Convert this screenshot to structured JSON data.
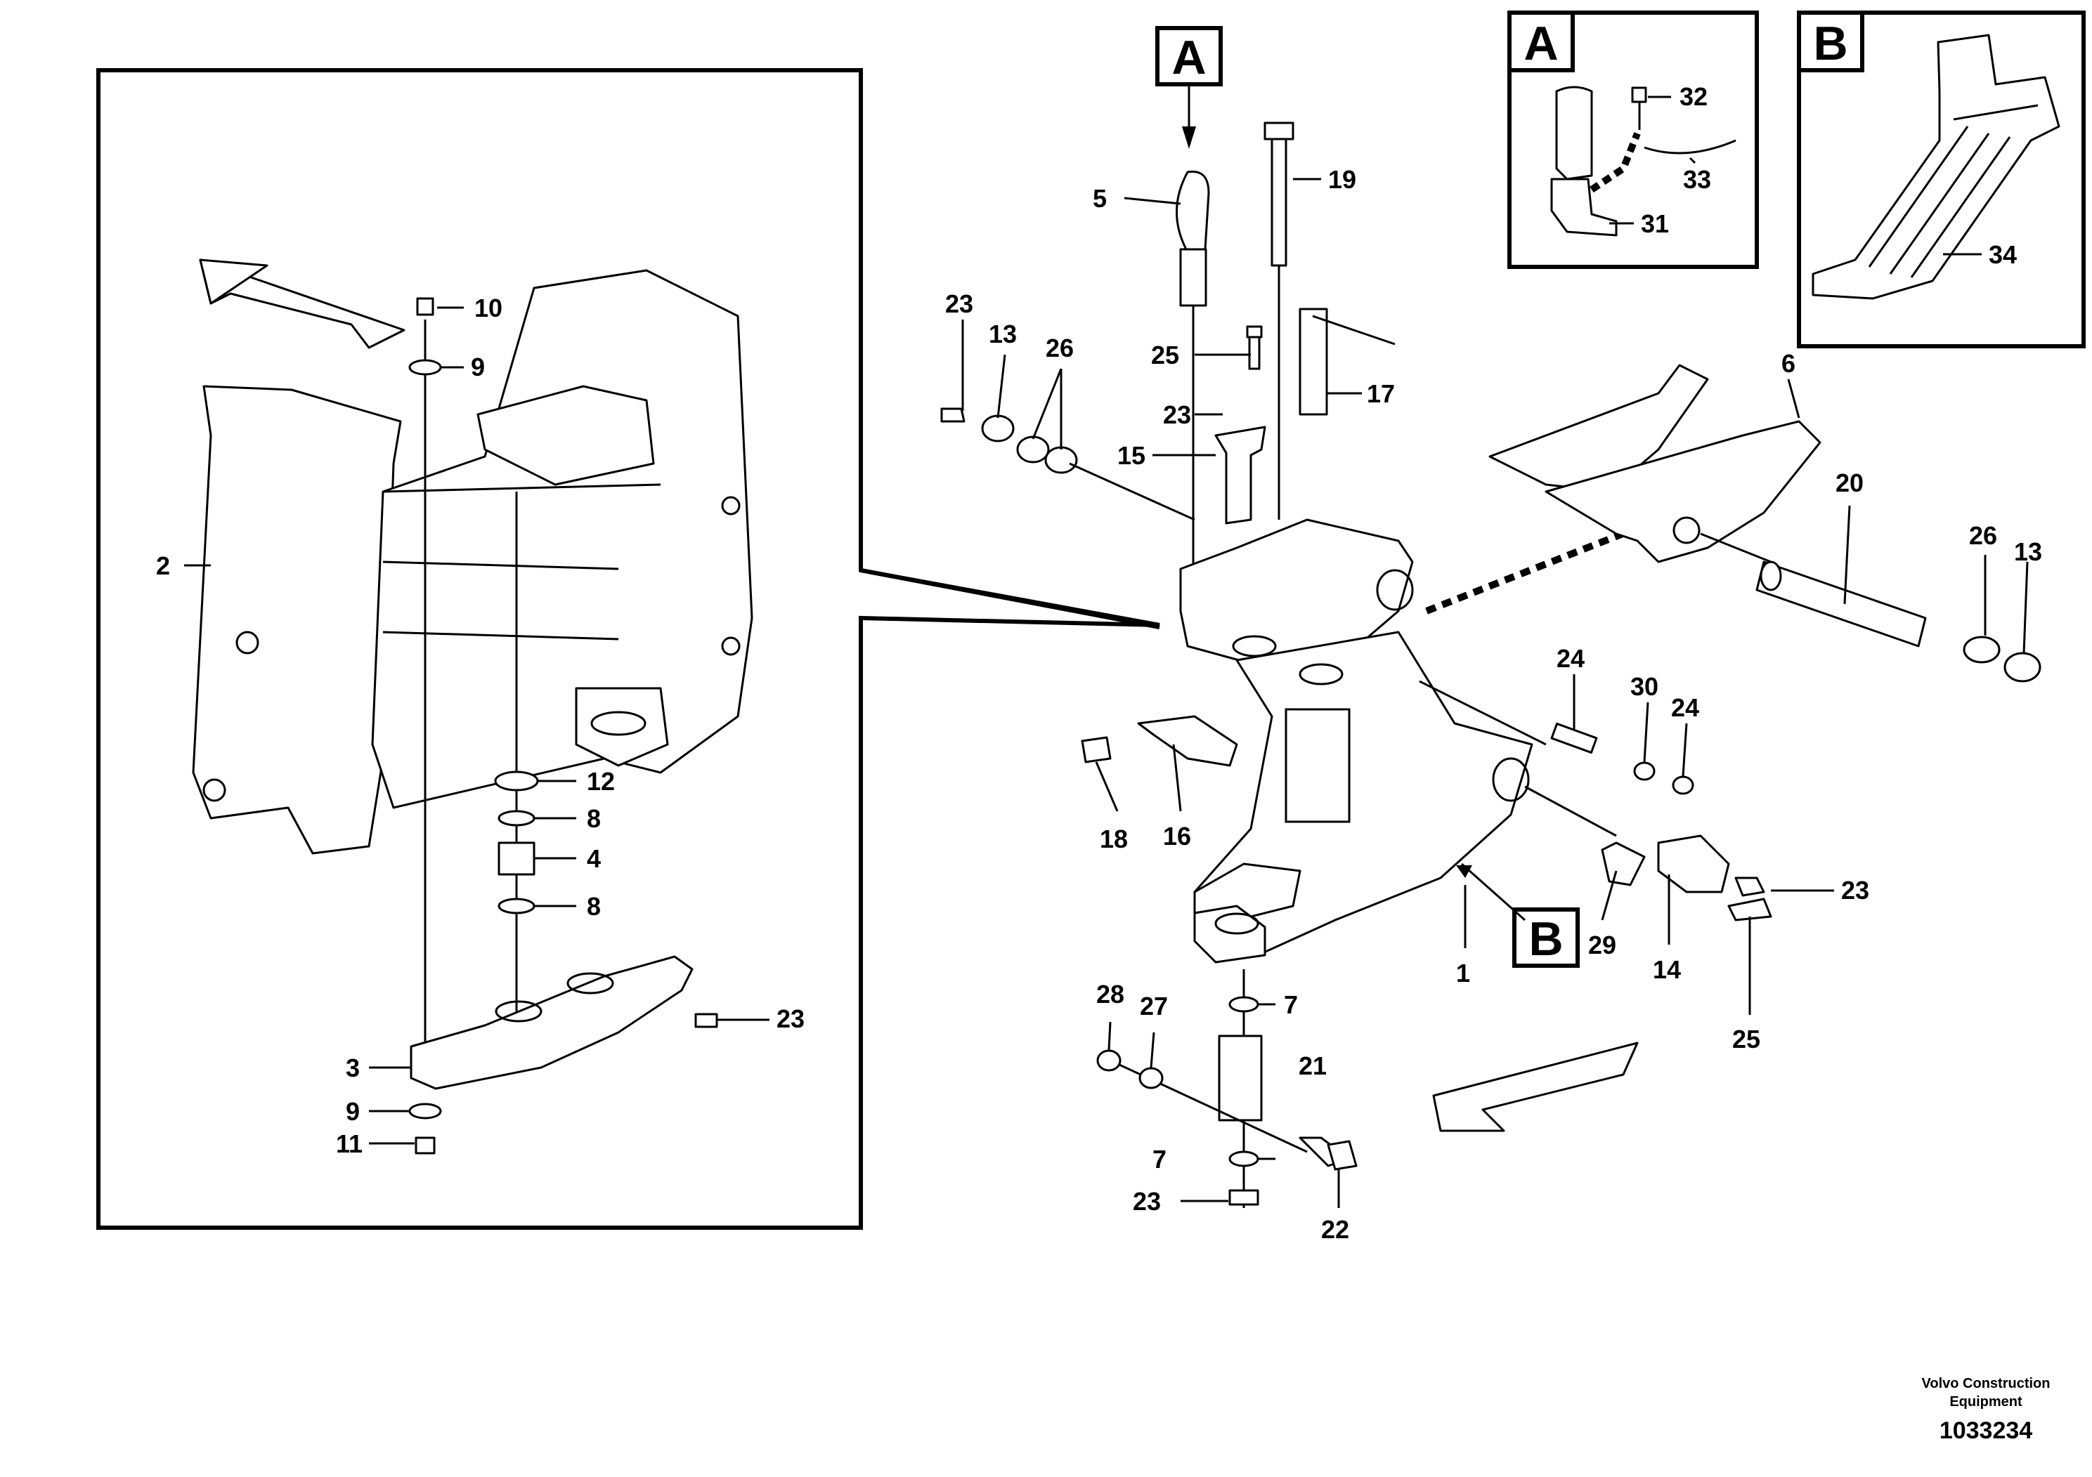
{
  "callouts": {
    "main_view_ref": "A",
    "detail_a": "A",
    "detail_b": "B",
    "main_view_b_ref": "B"
  },
  "parts": {
    "p1": "1",
    "p2": "2",
    "p3": "3",
    "p4": "4",
    "p5": "5",
    "p6": "6",
    "p7a": "7",
    "p7b": "7",
    "p8a": "8",
    "p8b": "8",
    "p9a": "9",
    "p9b": "9",
    "p10": "10",
    "p11": "11",
    "p12": "12",
    "p13a": "13",
    "p13b": "13",
    "p14": "14",
    "p15": "15",
    "p16": "16",
    "p17": "17",
    "p18": "18",
    "p19": "19",
    "p20": "20",
    "p21": "21",
    "p22": "22",
    "p23a": "23",
    "p23b": "23",
    "p23c": "23",
    "p23d": "23",
    "p23e": "23",
    "p24a": "24",
    "p24b": "24",
    "p25a": "25",
    "p25b": "25",
    "p26a": "26",
    "p26b": "26",
    "p27": "27",
    "p28": "28",
    "p29": "29",
    "p30": "30",
    "p31": "31",
    "p32": "32",
    "p33": "33",
    "p34": "34"
  },
  "footer": {
    "company_line1": "Volvo Construction",
    "company_line2": "Equipment",
    "drawing_number": "1033234"
  }
}
